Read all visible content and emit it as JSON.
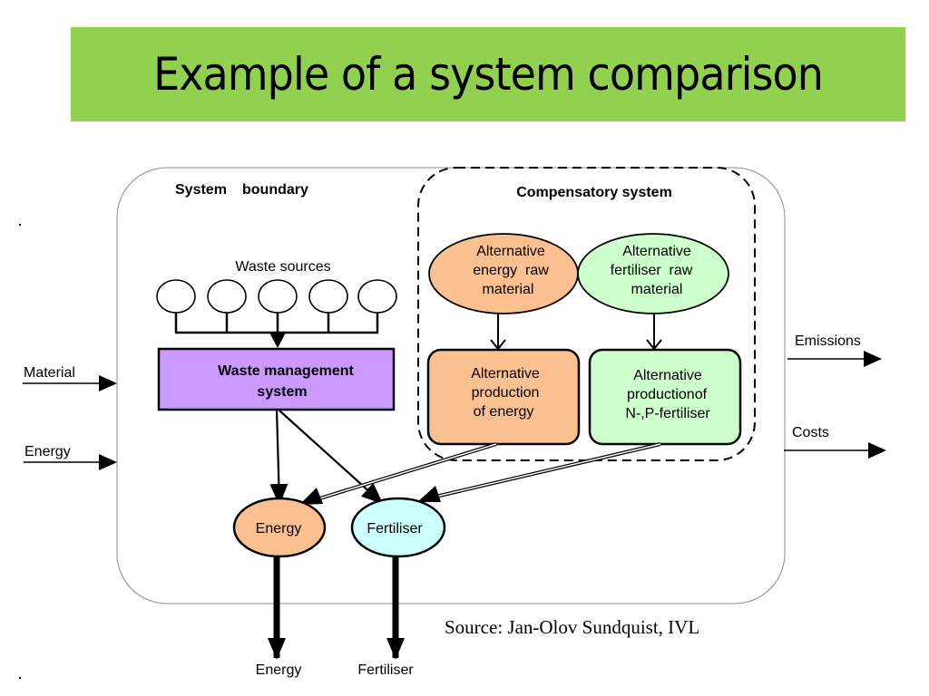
{
  "title": "Example of a system comparison",
  "colors": {
    "title_bg": "#92d050",
    "waste_mgmt_fill": "#cc99ff",
    "energy_fill": "#fac090",
    "fertiliser_raw_fill": "#ccffcc",
    "fertiliser_out_fill": "#ccffff"
  },
  "system_boundary": {
    "label_a": "System",
    "label_b": "boundary"
  },
  "waste_sources": {
    "label": "Waste sources",
    "count": 5
  },
  "waste_management": {
    "line1": "Waste management",
    "line2": "system"
  },
  "compensatory": {
    "label": "Compensatory system",
    "energy_raw": [
      "Alternative",
      "energy  raw",
      "material"
    ],
    "fertiliser_raw": [
      "Alternative",
      "fertiliser  raw",
      "material"
    ],
    "energy_prod": [
      "Alternative",
      "production",
      "of energy"
    ],
    "fertiliser_prod": [
      "Alternative",
      "productionof",
      "N-,P-fertiliser"
    ]
  },
  "inputs": {
    "material": "Material",
    "energy": "Energy"
  },
  "outputs_right": {
    "emissions": "Emissions",
    "costs": "Costs"
  },
  "products": {
    "energy": "Energy",
    "fertiliser": "Fertiliser"
  },
  "bottom_outputs": {
    "energy": "Energy",
    "fertiliser": "Fertiliser"
  },
  "source": "Source: Jan-Olov Sundquist, IVL"
}
